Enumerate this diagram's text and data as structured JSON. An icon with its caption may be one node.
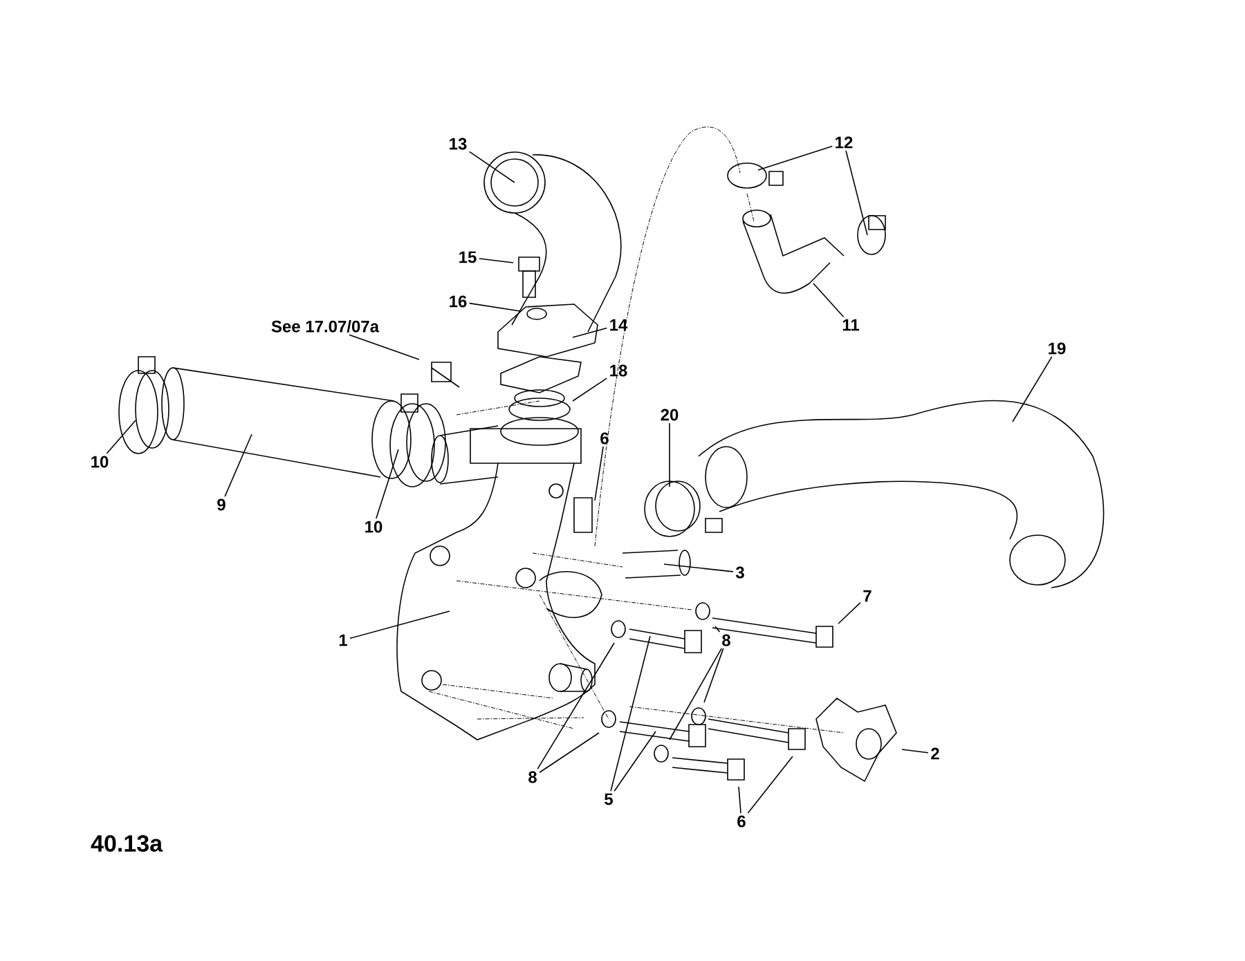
{
  "diagram": {
    "nodes": [
      {
        "text": [
          "12"
        ]
      },
      {
        "text": [
          "13"
        ]
      },
      {
        "text": [
          "15"
        ]
      },
      {
        "text": [
          "16"
        ]
      },
      {
        "text": [
          "See 17.07/07a"
        ]
      },
      {
        "text": [
          "14"
        ]
      },
      {
        "text": [
          "11"
        ]
      },
      {
        "text": [
          "19"
        ]
      },
      {
        "text": [
          "18"
        ]
      },
      {
        "text": [
          "20"
        ]
      },
      {
        "text": [
          "10"
        ]
      },
      {
        "text": [
          "6"
        ]
      },
      {
        "text": [
          "9"
        ]
      },
      {
        "text": [
          "10"
        ]
      },
      {
        "text": [
          "3"
        ]
      },
      {
        "text": [
          "7"
        ]
      },
      {
        "text": [
          "1"
        ]
      },
      {
        "text": [
          "8"
        ]
      },
      {
        "text": [
          "2"
        ]
      },
      {
        "text": [
          "8"
        ]
      },
      {
        "text": [
          "5"
        ]
      },
      {
        "text": [
          "6"
        ]
      }
    ],
    "edges": [
      {
        "from": 0,
        "to": null,
        "arrow": "none"
      },
      {
        "from": 0,
        "to": null,
        "arrow": "none"
      },
      {
        "from": 1,
        "to": null,
        "arrow": "none"
      },
      {
        "from": 2,
        "to": null,
        "arrow": "none"
      },
      {
        "from": 3,
        "to": null,
        "arrow": "none"
      },
      {
        "from": 4,
        "to": null,
        "arrow": "none"
      },
      {
        "from": 5,
        "to": null,
        "arrow": "none"
      },
      {
        "from": 6,
        "to": null,
        "arrow": "none"
      },
      {
        "from": 7,
        "to": null,
        "arrow": "none"
      },
      {
        "from": 8,
        "to": null,
        "arrow": "none"
      },
      {
        "from": 9,
        "to": null,
        "arrow": "none"
      },
      {
        "from": 10,
        "to": null,
        "arrow": "none"
      },
      {
        "from": 11,
        "to": null,
        "arrow": "none"
      },
      {
        "from": 12,
        "to": null,
        "arrow": "none"
      },
      {
        "from": 13,
        "to": null,
        "arrow": "none"
      },
      {
        "from": 14,
        "to": null,
        "arrow": "none"
      },
      {
        "from": 15,
        "to": null,
        "arrow": "none"
      },
      {
        "from": 16,
        "to": null,
        "arrow": "none"
      },
      {
        "from": 17,
        "to": null,
        "arrow": "none"
      },
      {
        "from": 17,
        "to": null,
        "arrow": "none"
      },
      {
        "from": 17,
        "to": null,
        "arrow": "none"
      },
      {
        "from": 18,
        "to": null,
        "arrow": "none"
      },
      {
        "from": 19,
        "to": null,
        "arrow": "none"
      },
      {
        "from": 19,
        "to": null,
        "arrow": "none"
      },
      {
        "from": 20,
        "to": null,
        "arrow": "none"
      },
      {
        "from": 20,
        "to": null,
        "arrow": "none"
      },
      {
        "from": 21,
        "to": null,
        "arrow": "none"
      },
      {
        "from": 21,
        "to": null,
        "arrow": "none"
      }
    ],
    "labels": [
      "40.13a"
    ]
  }
}
